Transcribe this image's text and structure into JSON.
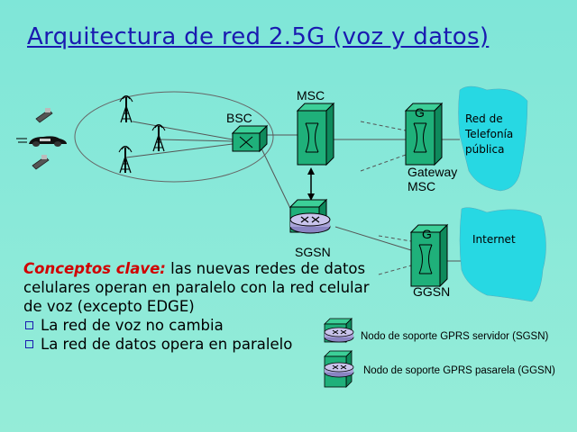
{
  "title": "Arquitectura de red 2.5G (voz y datos)",
  "nodes": {
    "msc": "MSC",
    "bsc": "BSC",
    "gateway_msc": "Gateway\nMSC",
    "g_label": "G",
    "sgsn": "SGSN",
    "ggsn": "GGSN"
  },
  "clouds": {
    "public_phone_network": "Red de\nTelefonía\npública",
    "internet": "Internet"
  },
  "concepts": {
    "key": "Conceptos clave:",
    "text": " las nuevas redes de datos celulares operan en paralelo con la red celular de voz (excepto EDGE)",
    "bullets": [
      "La red de voz  no cambia",
      "La red de datos opera en paralelo"
    ]
  },
  "legend": {
    "sgsn": "Nodo de soporte GPRS servidor (SGSN)",
    "ggsn": "Nodo de soporte GPRS pasarela (GGSN)"
  },
  "colors": {
    "background": "#8ae9d9",
    "node_green": "#1fb07a",
    "cloud": "#27d8e3",
    "title": "#1a1ab0",
    "router": "#a9a3d8"
  },
  "icons": [
    "phone-icon",
    "car-icon",
    "antenna-icon",
    "router-icon",
    "switch-icon"
  ]
}
